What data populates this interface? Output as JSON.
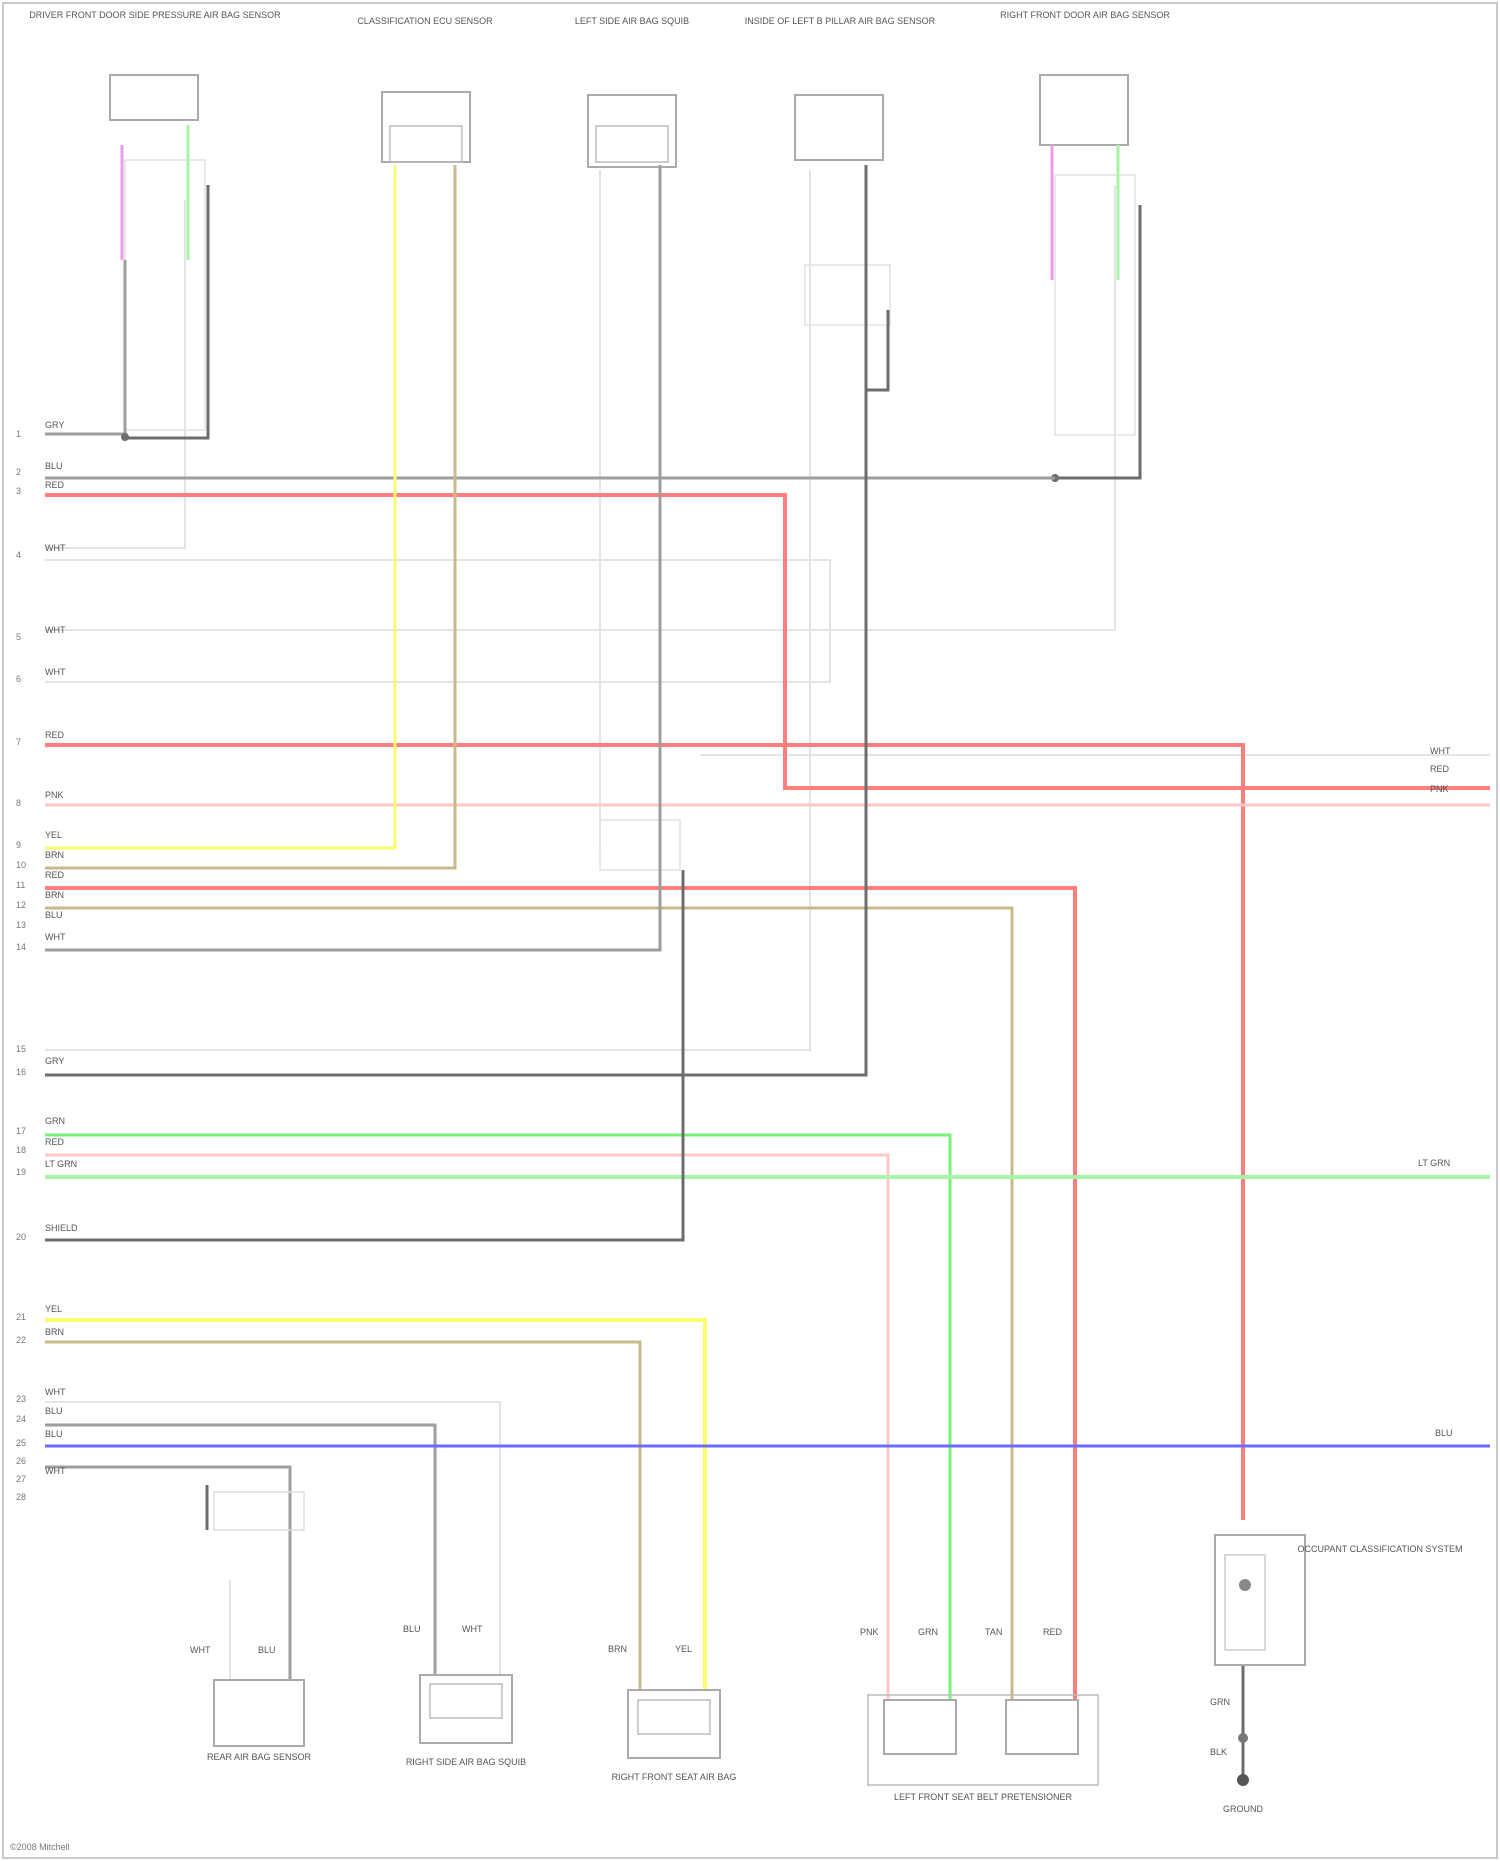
{
  "palette": {
    "RED": "#ff7f7f",
    "PNK": "#ffc6c6",
    "YEL": "#fbfb6e",
    "BRN": "#c8b98c",
    "GRY": "#9e9e9e",
    "DGRY": "#6d6d6d",
    "GRN": "#79f279",
    "LTGRN": "#a8f5a8",
    "BLU": "#6b6bff",
    "VIO": "#eb9ce8",
    "WHT": "#e4e4e4",
    "BOX": "#bdbdbd"
  },
  "components": {
    "driver_front_door_sensor": "DRIVER FRONT DOOR SIDE PRESSURE AIR BAG SENSOR",
    "occupant_classification": "CLASSIFICATION ECU SENSOR",
    "left_side_curtain": "LEFT SIDE AIR BAG SQUIB",
    "inside_lf_pillar_sensor": "INSIDE OF LEFT B PILLAR AIR BAG SENSOR",
    "rf_door_sensor": "RIGHT FRONT DOOR AIR BAG SENSOR",
    "rear_sensor": "REAR AIR BAG SENSOR",
    "right_side_curtain": "RIGHT SIDE AIR BAG SQUIB",
    "right_front_seat": "RIGHT FRONT SEAT AIR BAG",
    "left_front_belt": "LEFT FRONT SEAT BELT PRETENSIONER",
    "passenger_occupant": "OCCUPANT CLASSIFICATION SYSTEM",
    "ground": "GROUND"
  },
  "wire_labels": {
    "w1": "GRY",
    "w2": "BLU",
    "w3": "RED",
    "w4": "WHT",
    "w5": "WHT",
    "w6": "WHT",
    "w7": "RED",
    "w8": "PNK",
    "w9": "YEL",
    "w10": "BRN",
    "w11": "RED",
    "w12": "BRN",
    "w13": "BLU",
    "w14": "WHT",
    "w15": "GRY",
    "w16": "GRN",
    "w17": "RED",
    "w18": "LT GRN",
    "w19": "SHIELD",
    "w20": "YEL",
    "w21": "BRN",
    "w22": "WHT",
    "w23": "BLU",
    "w24": "BLU",
    "w25": "WHT",
    "r1": "WHT",
    "r2": "RED",
    "r3": "PNK",
    "r4": "LT GRN",
    "r5": "BLU",
    "b_rear_l": "WHT",
    "b_rear_r": "BLU",
    "b_curt_l": "BLU",
    "b_curt_r": "WHT",
    "b_seat_l": "BRN",
    "b_seat_r": "YEL",
    "b_belt_1": "PNK",
    "b_belt_2": "GRN",
    "b_belt_3": "TAN",
    "b_belt_4": "RED",
    "gnd_1": "GRN",
    "gnd_2": "BLK"
  },
  "pins": {
    "p1": "1",
    "p2": "2",
    "p3": "3",
    "p4": "4",
    "p5": "5",
    "p6": "6",
    "p7": "7",
    "p8": "8",
    "p9": "9",
    "p10": "10",
    "p11": "11",
    "p12": "12",
    "p13": "13",
    "p14": "14",
    "p15": "15",
    "p16": "16",
    "p17": "17",
    "p18": "18",
    "p19": "19",
    "p20": "20",
    "p21": "21",
    "p22": "22",
    "p23": "23",
    "p24": "24",
    "p25": "25",
    "p26": "26",
    "p27": "27",
    "p28": "28"
  },
  "copyright": "©2008 Mitchell"
}
